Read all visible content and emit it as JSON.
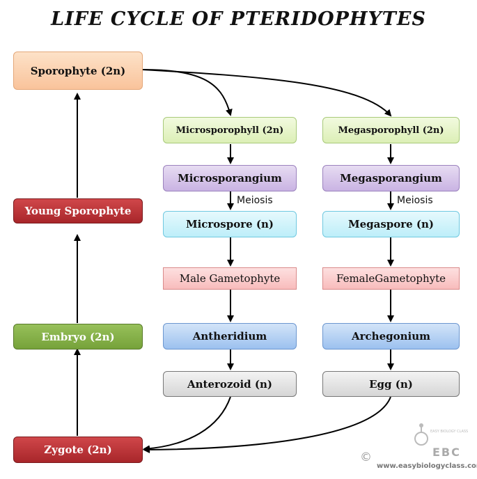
{
  "title": "LIFE CYCLE OF PTERIDOPHYTES",
  "nodes": {
    "sporophyte": "Sporophyte (2n)",
    "young_sporophyte": "Young Sporophyte",
    "embryo": "Embryo (2n)",
    "zygote": "Zygote (2n)",
    "microsporophyll": "Microsporophyll (2n)",
    "microsporangium": "Microsporangium",
    "microspore": "Microspore (n)",
    "male_gametophyte": "Male Gametophyte",
    "antheridium": "Antheridium",
    "anterozoid": "Anterozoid (n)",
    "megasporophyll": "Megasporophyll (2n)",
    "megasporangium": "Megasporangium",
    "megaspore": "Megaspore (n)",
    "female_gametophyte": "FemaleGametophyte",
    "archegonium": "Archegonium",
    "egg": "Egg (n)"
  },
  "edge_labels": {
    "meiosis_left": "Meiosis",
    "meiosis_right": "Meiosis"
  },
  "watermark": {
    "copyright": "©",
    "website": "www.easybiologyclass.com",
    "logo_letters": "EBC",
    "logo_small": "EASY BIOLOGY CLASS"
  }
}
